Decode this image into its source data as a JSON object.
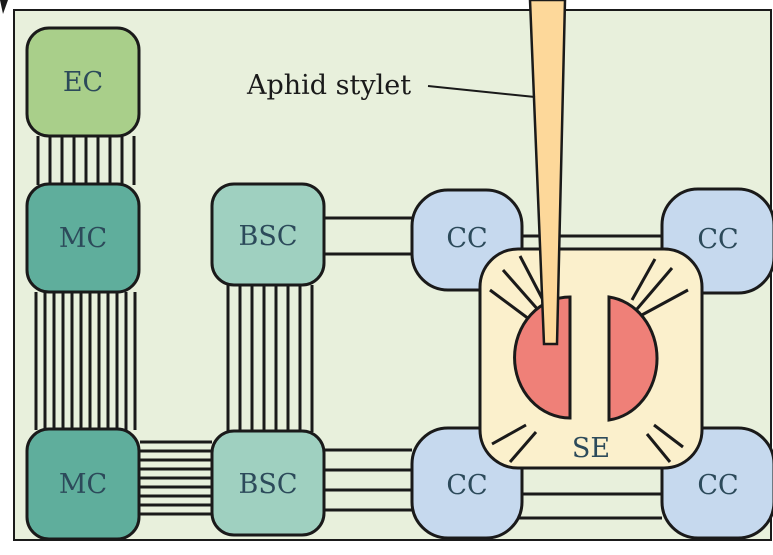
{
  "colors": {
    "background": "#e8f0dc",
    "ec": "#a9cf8a",
    "mc": "#5fae9c",
    "bsc": "#9fd0c0",
    "cc": "#c6d9ee",
    "se": "#fbf0cc",
    "se_organelle": "#ef8078",
    "stylet": "#fdd89a",
    "stroke": "#1a1a1a"
  },
  "labels": {
    "ec": "EC",
    "mc_top": "MC",
    "mc_bottom": "MC",
    "bsc_top": "BSC",
    "bsc_bottom": "BSC",
    "cc_top_left": "CC",
    "cc_top_right": "CC",
    "cc_bottom_left": "CC",
    "cc_bottom_right": "CC",
    "se": "SE",
    "stylet": "Aphid stylet"
  }
}
